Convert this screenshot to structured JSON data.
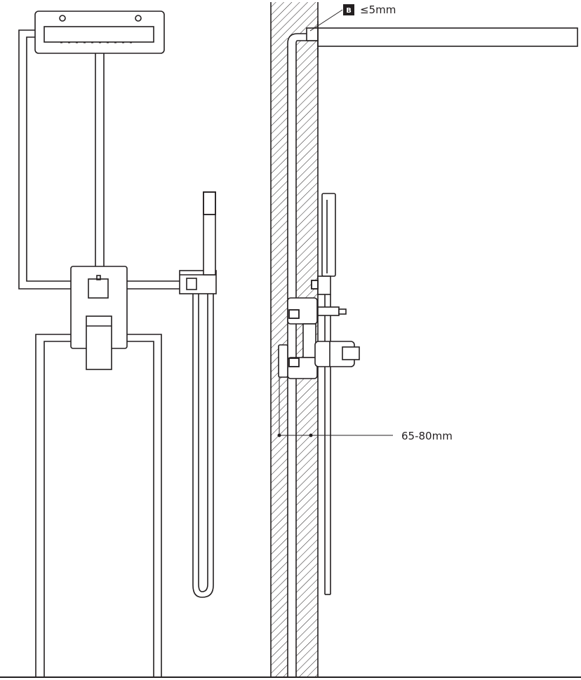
{
  "annotations": {
    "badge_letter": "B",
    "gap_label": "≤5mm",
    "depth_label": "65-80mm"
  },
  "colors": {
    "line": "#231f20",
    "background": "#ffffff"
  }
}
